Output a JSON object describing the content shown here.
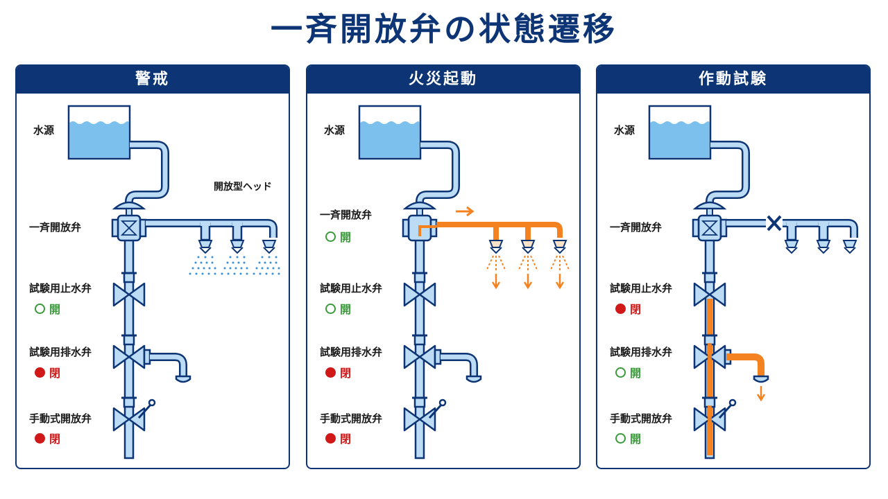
{
  "title": "一斉開放弁の状態遷移",
  "colors": {
    "navy": "#0d3575",
    "water": "#7cc0ee",
    "pipe": "#bcdcf6",
    "flow": "#f58220",
    "open": "#3a9a3a",
    "closed": "#d01818"
  },
  "panels": [
    {
      "header": "警戒",
      "water_source": "水源",
      "head_label": "開放型ヘッド",
      "deluge_valve": "一斉開放弁",
      "test_stop_valve": "試験用止水弁",
      "test_stop_state": "開",
      "test_drain_valve": "試験用排水弁",
      "test_drain_state": "閉",
      "manual_valve": "手動式開放弁",
      "manual_state": "閉"
    },
    {
      "header": "火災起動",
      "water_source": "水源",
      "deluge_valve": "一斉開放弁",
      "deluge_state": "開",
      "test_stop_valve": "試験用止水弁",
      "test_stop_state": "開",
      "test_drain_valve": "試験用排水弁",
      "test_drain_state": "閉",
      "manual_valve": "手動式開放弁",
      "manual_state": "閉"
    },
    {
      "header": "作動試験",
      "water_source": "水源",
      "deluge_valve": "一斉開放弁",
      "test_stop_valve": "試験用止水弁",
      "test_stop_state": "閉",
      "test_drain_valve": "試験用排水弁",
      "test_drain_state": "開",
      "manual_valve": "手動式開放弁",
      "manual_state": "開"
    }
  ]
}
